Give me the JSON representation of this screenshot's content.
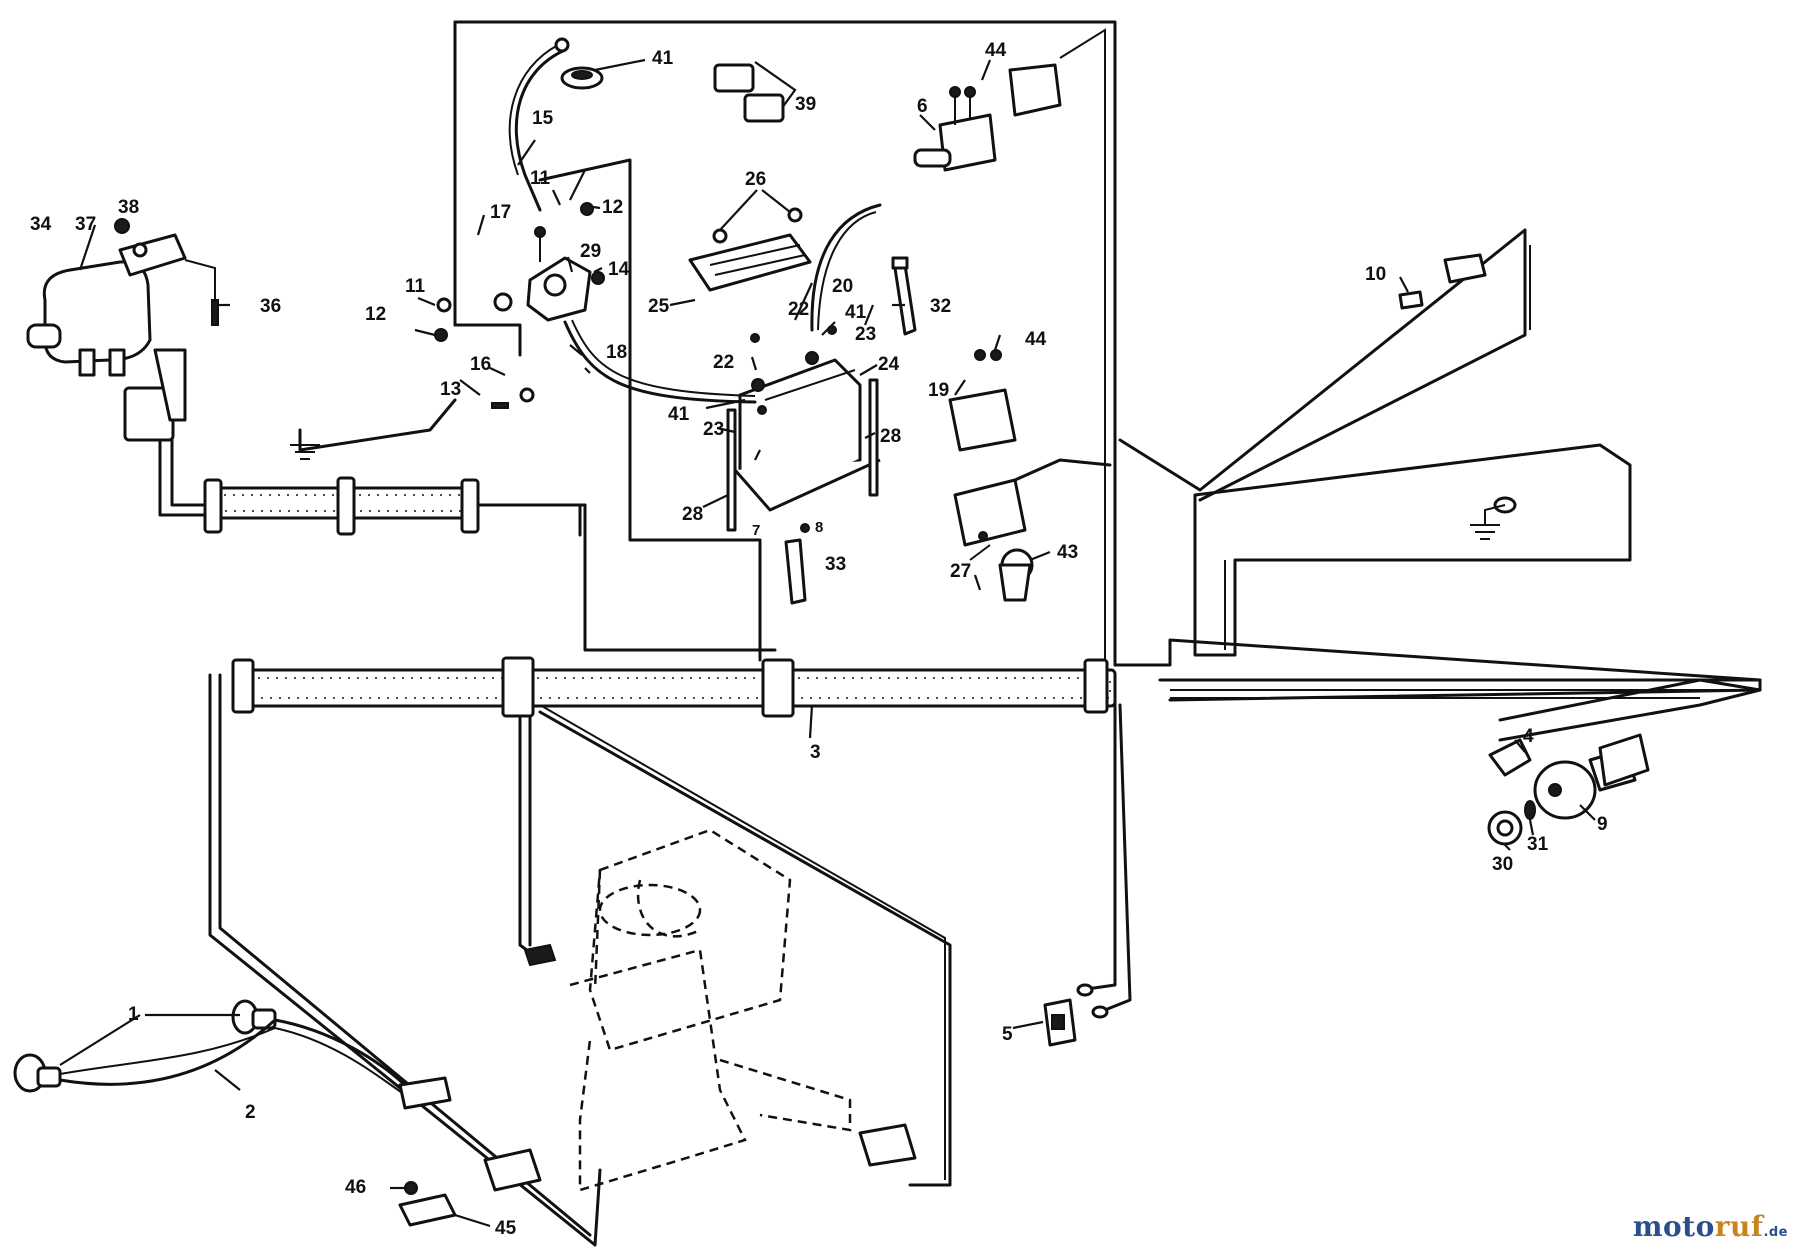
{
  "callouts": {
    "c1": "1",
    "c2": "2",
    "c3": "3",
    "c4": "4",
    "c5": "5",
    "c6": "6",
    "c7": "7",
    "c8": "8",
    "c9": "9",
    "c10": "10",
    "c11a": "11",
    "c11b": "11",
    "c12a": "12",
    "c12b": "12",
    "c13": "13",
    "c14": "14",
    "c15": "15",
    "c16": "16",
    "c17": "17",
    "c18": "18",
    "c19": "19",
    "c20": "20",
    "c22a": "22",
    "c22b": "22",
    "c23a": "23",
    "c23b": "23",
    "c24": "24",
    "c25": "25",
    "c26": "26",
    "c27": "27",
    "c28a": "28",
    "c28b": "28",
    "c29": "29",
    "c30": "30",
    "c31": "31",
    "c32": "32",
    "c33": "33",
    "c34": "34",
    "c36": "36",
    "c37": "37",
    "c38": "38",
    "c39": "39",
    "c41a": "41",
    "c41b": "41",
    "c41c": "41",
    "c43": "43",
    "c44a": "44",
    "c44b": "44",
    "c45": "45",
    "c46": "46"
  },
  "brand": {
    "part1": "moto",
    "part2": "ruf",
    "part3": ".de"
  }
}
